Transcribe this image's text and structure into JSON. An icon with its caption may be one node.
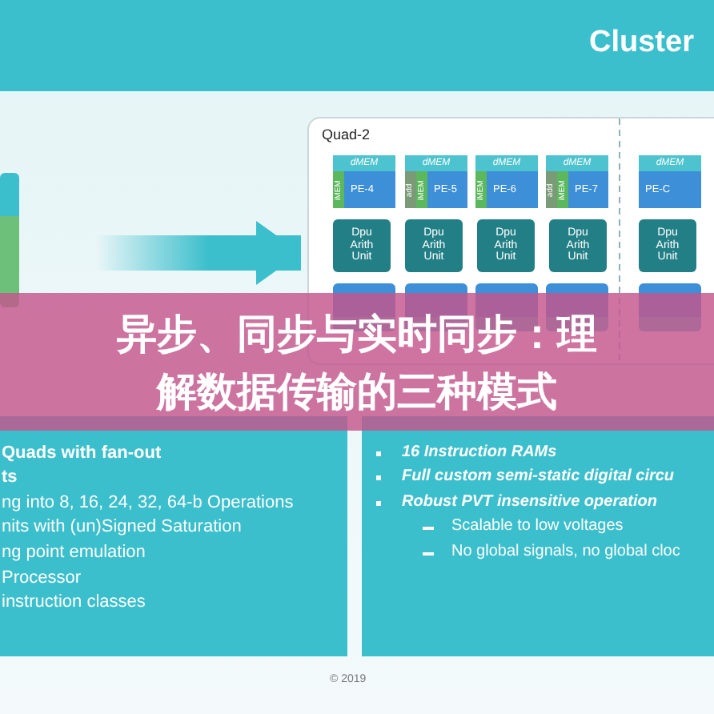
{
  "diagram": {
    "title": "异步、同步与实时同步：理解数据传输的三种模式",
    "nodes": [
      {
        "text": [],
        "shape": "box"
      },
      {
        "text": [
          "Quad-2"
        ]
      },
      {
        "text": [
          "dMEM",
          "iMEM",
          "PE-4"
        ],
        "in": 1
      },
      {
        "text": [
          "dMEM",
          "add",
          "iMEM",
          "PE-5"
        ],
        "in": 1
      },
      {
        "text": [
          "dMEM",
          "iMEM",
          "PE-6"
        ],
        "in": 1
      },
      {
        "text": [
          "dMEM",
          "add",
          "iMEM",
          "PE-7"
        ],
        "in": 1
      },
      {
        "text": [
          "dMEM",
          "PE-C"
        ],
        "in": 1
      },
      {
        "text": [
          "Dpu Arith Unit"
        ],
        "in": 1
      },
      {
        "text": [
          "Dpu Arith Unit"
        ],
        "in": 1
      },
      {
        "text": [
          "Dpu Arith Unit"
        ],
        "in": 1
      },
      {
        "text": [
          "Dpu Arith Unit"
        ],
        "in": 1
      },
      {
        "text": [
          "Dpu Arith Unit"
        ],
        "in": 1
      },
      {
        "text": [],
        "shape": "box",
        "in": 1
      },
      {
        "text": [],
        "shape": "box",
        "in": 1
      },
      {
        "text": [],
        "shape": "box",
        "in": 1
      },
      {
        "text": [],
        "shape": "box",
        "in": 1
      },
      {
        "text": [],
        "shape": "box",
        "in": 1
      },
      {
        "text": [
          "Quads with fan-out",
          "ts",
          "ng into 8, 16, 24, 32, 64-b Operations",
          "nits with (un)Signed Saturation",
          "ng point emulation",
          "Processor",
          "instruction classes"
        ]
      },
      {
        "text": [
          "16 Instruction RAMs",
          "Full custom semi-static digital circu",
          "Robust PVT insensitive operation",
          "Scalable to low voltages",
          "No global signals, no global cloc"
        ]
      }
    ],
    "edges": [
      {
        "from": 0,
        "to": 1,
        "arrow": "to",
        "style": "thick"
      }
    ],
    "labels": [
      "Cluster",
      "© 2019"
    ]
  }
}
